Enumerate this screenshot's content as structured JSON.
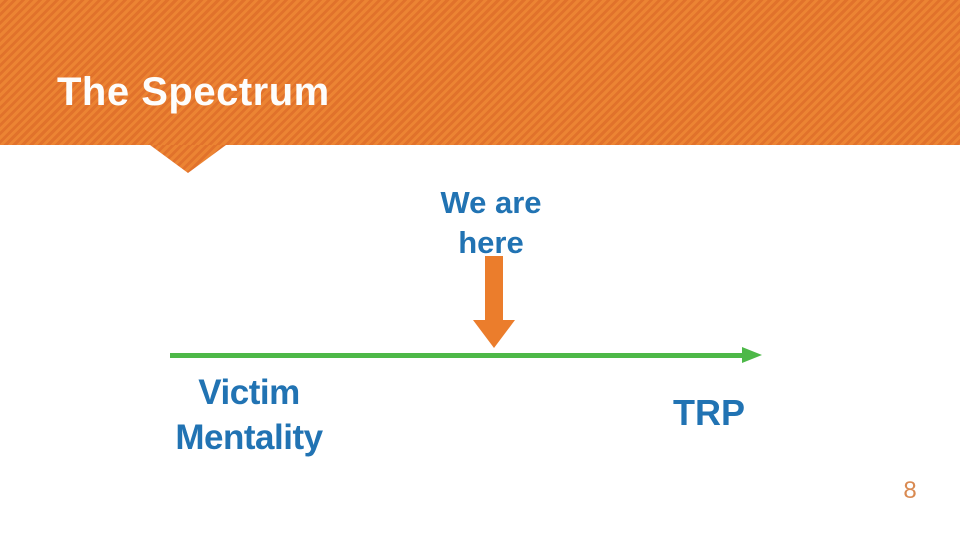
{
  "slide": {
    "title": "The Spectrum",
    "annotation": {
      "line1": "We are",
      "line2": "here"
    },
    "left_label": {
      "line1": "Victim",
      "line2": "Mentality"
    },
    "right_label": "TRP",
    "page_number": "8",
    "colors": {
      "header_orange": "#E8802F",
      "header_stripe_light": "#EC8433",
      "header_stripe_dark": "#E1722B",
      "title_white": "#FDFDFC",
      "text_blue": "#2173B3",
      "arrow_orange": "#EB7D2C",
      "line_green": "#4DB848",
      "page_number_orange": "#D98A51"
    }
  }
}
